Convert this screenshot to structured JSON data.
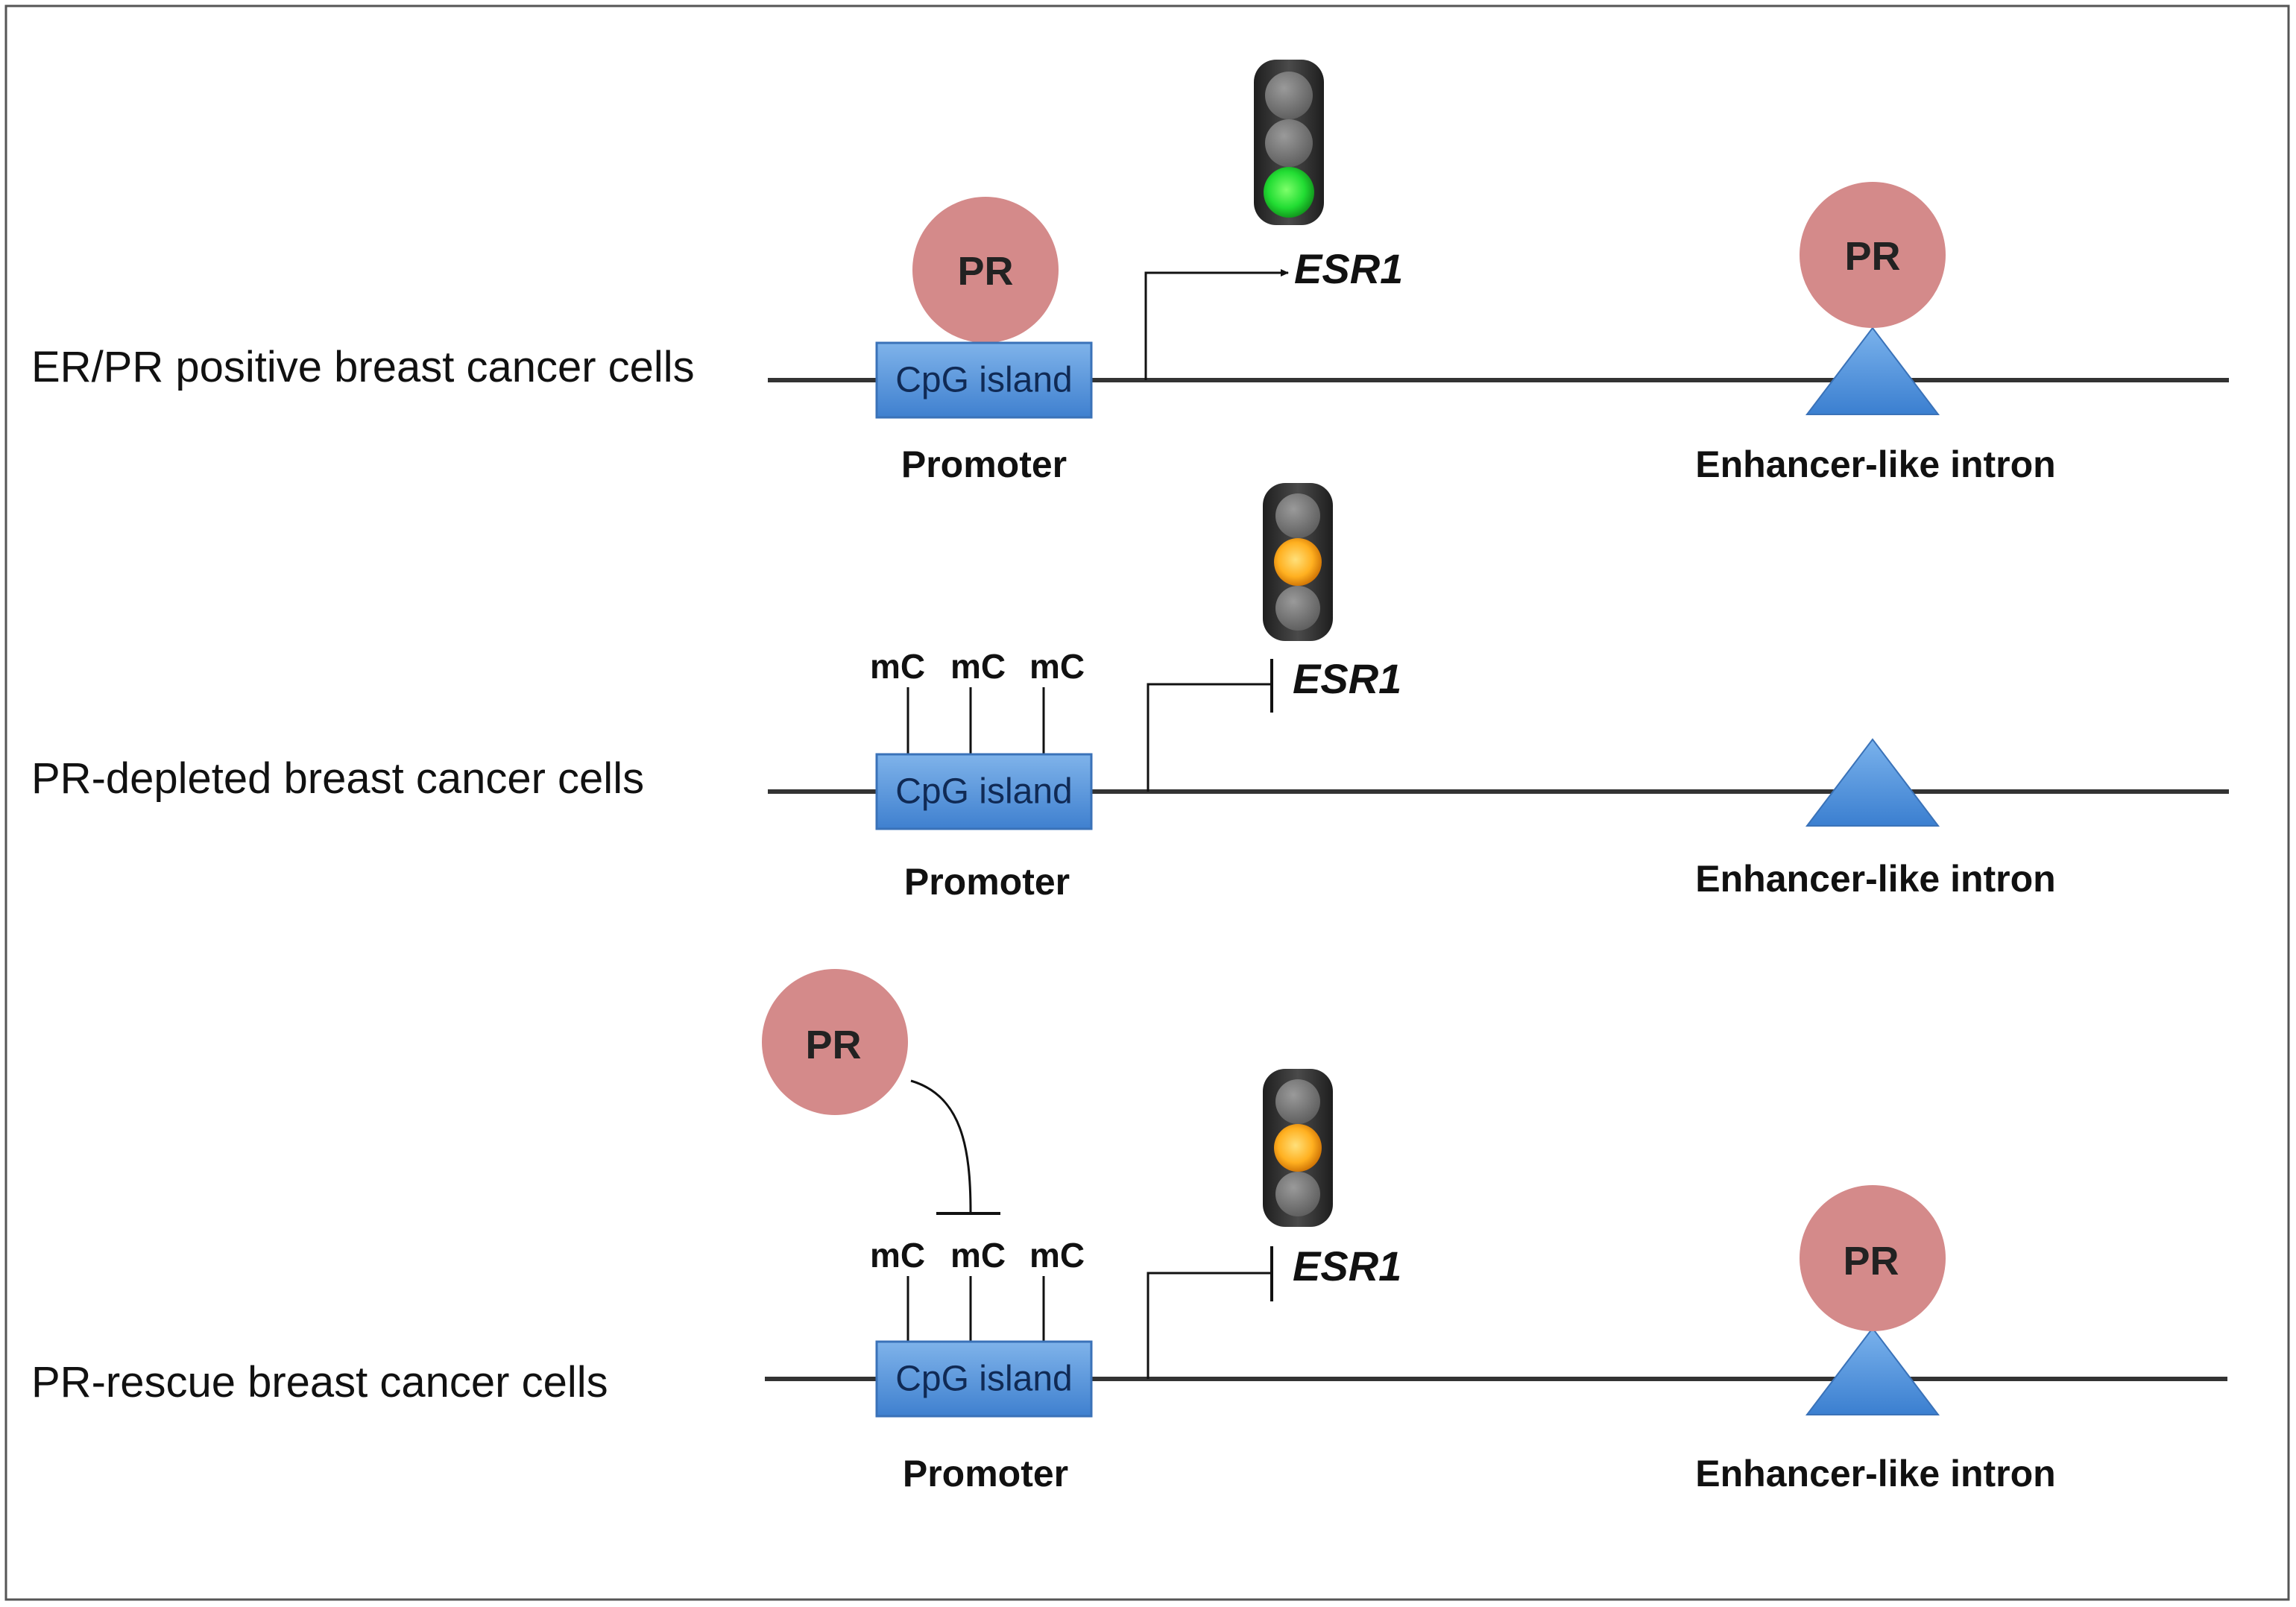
{
  "panels": [
    {
      "label": "ER/PR positive breast cancer cells",
      "cpg_label": "CpG island",
      "promoter_label": "Promoter",
      "enhancer_label": "Enhancer-like intron",
      "gene_label": "ESR1",
      "promoter_pr": "PR",
      "enhancer_pr": "PR",
      "transcription": "active-arrow",
      "traffic_light": "green"
    },
    {
      "label": "PR-depleted breast cancer cells",
      "cpg_label": "CpG island",
      "promoter_label": "Promoter",
      "enhancer_label": "Enhancer-like intron",
      "gene_label": "ESR1",
      "methyl_marks": [
        "mC",
        "mC",
        "mC"
      ],
      "transcription": "blocked",
      "traffic_light": "amber"
    },
    {
      "label": "PR-rescue breast cancer cells",
      "cpg_label": "CpG island",
      "promoter_label": "Promoter",
      "enhancer_label": "Enhancer-like intron",
      "gene_label": "ESR1",
      "free_pr": "PR",
      "enhancer_pr": "PR",
      "methyl_marks": [
        "mC",
        "mC",
        "mC"
      ],
      "transcription": "blocked",
      "traffic_light": "amber"
    }
  ],
  "colors": {
    "pr_circle": "#d48a8a",
    "cpg_box": "#5b9bd5",
    "enhancer_triangle": "#4a8fdc",
    "light_green": "#22dd33",
    "light_amber": "#ffb020",
    "light_off": "#7a7a7a",
    "light_housing": "#2e2e2e"
  }
}
